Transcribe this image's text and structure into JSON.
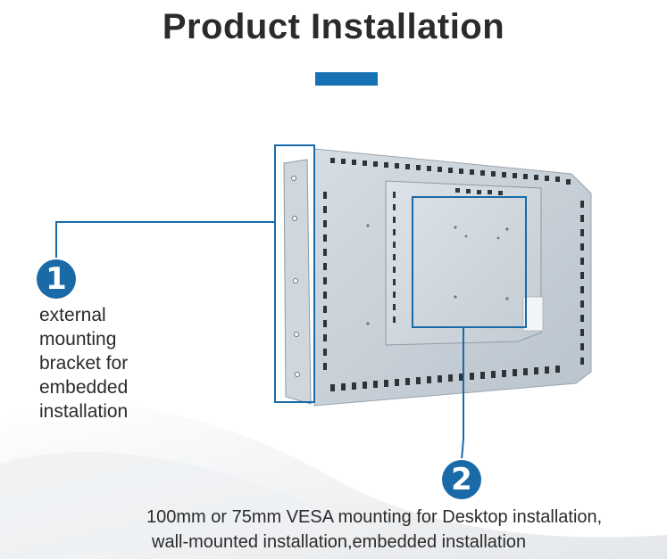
{
  "header": {
    "title": "Product Installation",
    "accent_color": "#1672b3"
  },
  "callouts": [
    {
      "number": "1",
      "text": "external mounting bracket for embedded installation",
      "lines": [
        "external",
        "mounting",
        "bracket for",
        "embedded",
        "installation"
      ]
    },
    {
      "number": "2",
      "lines": [
        "100mm or 75mm VESA mounting for Desktop installation,",
        "wall-mounted installation,embedded installation"
      ]
    }
  ],
  "colors": {
    "badge": "#1b6aa8",
    "leader_line": "#1b6aa8",
    "panel": "#c9d1d9"
  }
}
